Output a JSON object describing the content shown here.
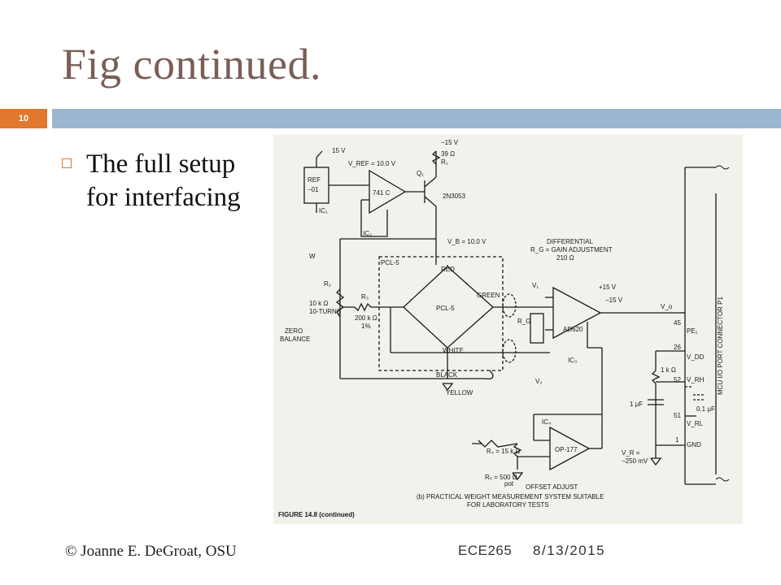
{
  "slide": {
    "title": "Fig continued.",
    "number": "10",
    "bullet": "The full setup for interfacing",
    "accent_color": "#9bb6d0",
    "number_badge_color": "#e0782e",
    "title_color": "#7a5f56"
  },
  "footer": {
    "copyright": "© Joanne E. DeGroat, OSU",
    "course": "ECE265",
    "date": "8/13/2015"
  },
  "figure": {
    "caption": "FIGURE 14.8  (continued)",
    "subcaption_line1": "(b) PRACTICAL WEIGHT MEASUREMENT SYSTEM SUITABLE",
    "subcaption_line2": "FOR LABORATORY TESTS",
    "labels": {
      "v15_top_left": "15 V",
      "v15_top_center": "−15 V",
      "vref": "V_REF = 10.0 V",
      "ref01": "REF",
      "ref01b": "−01",
      "ic1": "IC₁",
      "op741": "741 C",
      "ic2": "IC₂",
      "q1": "Q₁",
      "t2n3053": "2N3053",
      "r1": "39 Ω",
      "r1name": "R₁",
      "vb": "V_B = 10.0 V",
      "w": "W",
      "pcl5_box": "PCL-5",
      "pcl5": "PCL-5",
      "red": "RED",
      "green": "GREEN",
      "white": "WHITE",
      "black": "BLACK",
      "yellow": "YELLOW",
      "r2": "R₂",
      "r2val1": "10 k Ω",
      "r2val2": "10-TURNS",
      "r3": "R₃",
      "r3val1": "200 k Ω",
      "r3val2": "1%",
      "zero1": "ZERO",
      "zero2": "BALANCE",
      "diff1": "DIFFERENTIAL",
      "diff2": "R_G = GAIN ADJUSTMENT",
      "diff3": "210 Ω",
      "ad620": "AD620",
      "ic3": "IC₃",
      "rg": "R_G",
      "vo": "V_o",
      "v1": "V₁",
      "v2": "V₂",
      "plus15": "+15 V",
      "minus15": "−15 V",
      "mcu": "MCU I/O PORT CONNECTOR P1",
      "pe1": "PE₁",
      "vdd": "V_DD",
      "vrh": "V_RH",
      "vrl": "V_RL",
      "gnd": "GND",
      "pin45": "45",
      "pin26": "26",
      "pin52": "52",
      "pin51": "51",
      "pin1": "1",
      "r1k": "1 k Ω",
      "c1u": "1 μF",
      "c01u": "0.1 μF",
      "ic4": "IC₄",
      "op177": "OP-177",
      "r4": "R₄ = 15 k Ω",
      "r5": "R₅ = 500 Ω",
      "pot": "pot",
      "vr": "V_R =",
      "vr2": "−250 mV",
      "offset": "OFFSET ADJUST"
    }
  }
}
